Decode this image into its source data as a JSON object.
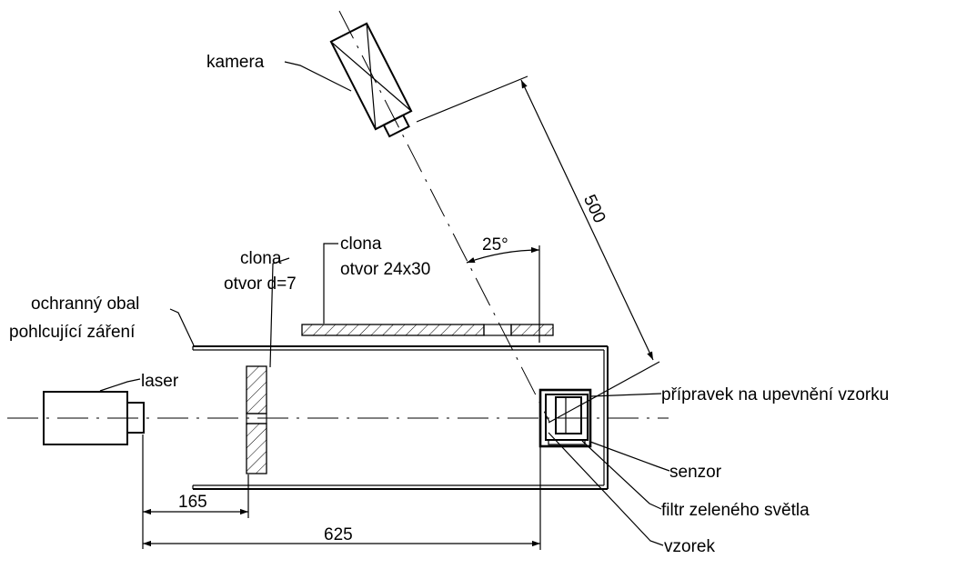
{
  "labels": {
    "kamera": "kamera",
    "clona_left_1": "clona",
    "clona_left_2": "otvor d=7",
    "clona_right_1": "clona",
    "clona_right_2": "otvor 24x30",
    "obal_1": "ochranný obal",
    "obal_2": "pohlcující záření",
    "laser": "laser",
    "pripravek": "přípravek na upevnění vzorku",
    "senzor": "senzor",
    "filtr": "filtr zeleného světla",
    "vzorek": "vzorek"
  },
  "dimensions": {
    "d500": "500",
    "d25": "25°",
    "d165": "165",
    "d625": "625"
  }
}
